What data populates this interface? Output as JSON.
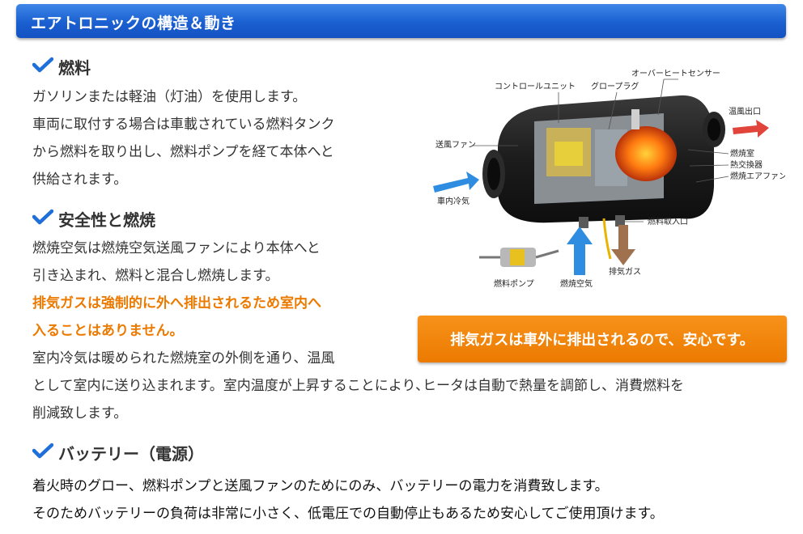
{
  "title": "エアトロニックの構造＆動き",
  "fuel": {
    "heading": "燃料",
    "lines": [
      "ガソリンまたは軽油（灯油）を使用します。",
      "車両に取付する場合は車載されている燃料タンク",
      "から燃料を取り出し、燃料ポンプを経て本体へと",
      "供給されます。"
    ]
  },
  "safety": {
    "heading": "安全性と燃焼",
    "lines": [
      "燃焼空気は燃焼空気送風ファンにより本体へと",
      "引き込まれ、燃料と混合し燃焼します。"
    ],
    "warning_lines": [
      "排気ガスは強制的に外へ排出されるため室内へ",
      "入ることはありません。"
    ],
    "lines2": [
      "室内冷気は暖められた燃焼室の外側を通り、温風",
      "として室内に送り込まれます。室内温度が上昇することにより､ヒータは自動で熱量を調節し、消費燃料を",
      "削減致します。"
    ]
  },
  "battery": {
    "heading": "バッテリー（電源）",
    "lines": [
      "着火時のグロー、燃料ポンプと送風ファンのためにのみ、バッテリーの電力を消費致します。",
      "そのためバッテリーの負荷は非常に小さく、低電圧での自動停止もあるため安心してご使用頂けます。"
    ]
  },
  "diagram": {
    "labels": {
      "control_unit": "コントロールユニット",
      "glow_plug": "グロープラグ",
      "overheat_sensor": "オーバーヒートセンサー",
      "warm_air_outlet": "温風出口",
      "blower_fan": "送風ファン",
      "combustion_chamber": "燃焼室",
      "heat_exchanger": "熱交換器",
      "combustion_air_fan": "燃焼エアファン",
      "cold_air_in": "車内冷気",
      "fuel_inlet": "燃料取入口",
      "exhaust": "排気ガス",
      "fuel_pump": "燃料ポンプ",
      "combustion_air": "燃焼空気"
    }
  },
  "banner": "排気ガスは車外に排出されるので、安心です。",
  "colors": {
    "title_bar": "#1a5fd0",
    "accent_orange": "#ec7a00",
    "check": "#1e6fd9"
  }
}
